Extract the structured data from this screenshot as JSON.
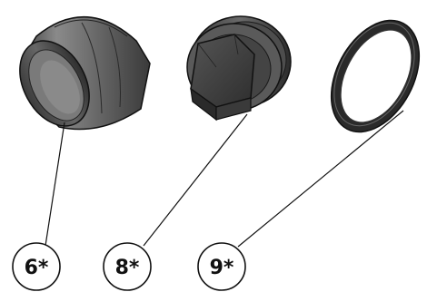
{
  "diagram": {
    "parts": [
      {
        "id": "6",
        "label": "6*",
        "name": "cylindrical-sleeve"
      },
      {
        "id": "8",
        "label": "8*",
        "name": "hex-plug"
      },
      {
        "id": "9",
        "label": "9*",
        "name": "sealing-ring"
      }
    ]
  }
}
